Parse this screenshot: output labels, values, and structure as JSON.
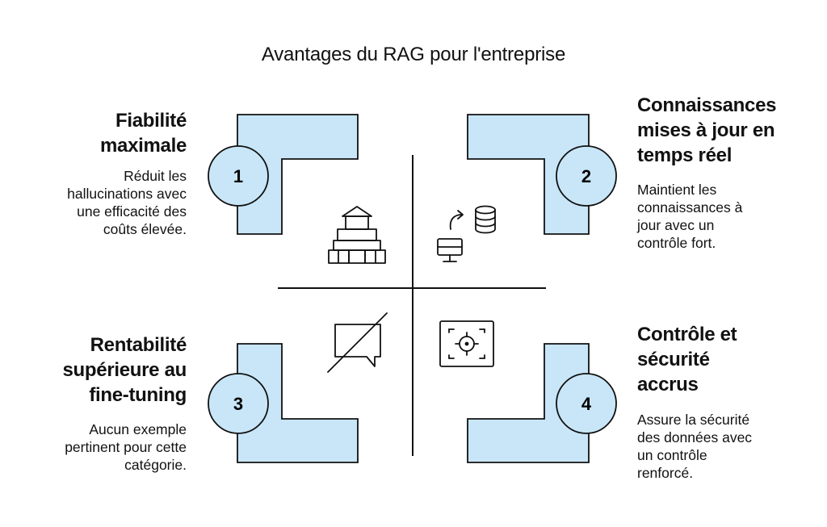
{
  "title": "Avantages du RAG pour l'entreprise",
  "colors": {
    "fill": "#C8E6F8",
    "stroke": "#111111",
    "background": "#FFFFFF"
  },
  "items": [
    {
      "number": "1",
      "heading_lines": [
        "Fiabilité",
        "maximale"
      ],
      "description_lines": [
        "Réduit les",
        "hallucinations avec",
        "une efficacité des",
        "coûts élevée."
      ],
      "icon": "building-blocks-icon"
    },
    {
      "number": "2",
      "heading_lines": [
        "Connaissances",
        "mises à jour en",
        "temps réel"
      ],
      "description_lines": [
        "Maintient les",
        "connaissances à",
        "jour avec un",
        "contrôle fort."
      ],
      "icon": "database-sync-icon"
    },
    {
      "number": "3",
      "heading_lines": [
        "Rentabilité",
        "supérieure au",
        "fine-tuning"
      ],
      "description_lines": [
        "Aucun exemple",
        "pertinent pour cette",
        "catégorie."
      ],
      "icon": "no-chat-icon"
    },
    {
      "number": "4",
      "heading_lines": [
        "Contrôle et",
        "sécurité",
        "accrus"
      ],
      "description_lines": [
        "Assure la sécurité",
        "des données avec",
        "un contrôle",
        "renforcé."
      ],
      "icon": "target-frame-icon"
    }
  ]
}
